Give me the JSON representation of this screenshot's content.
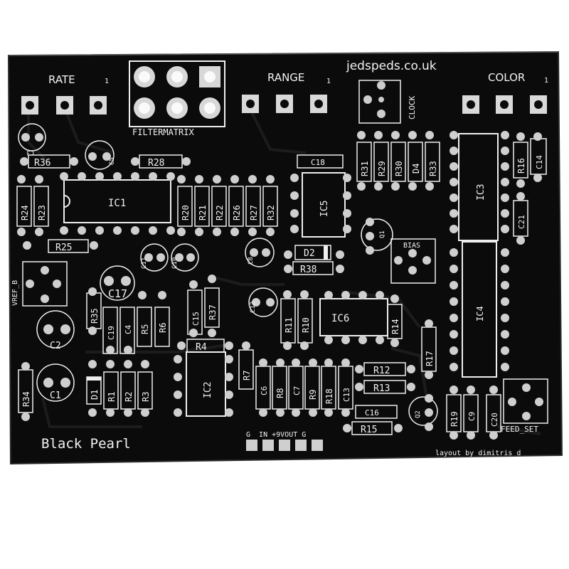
{
  "board": {
    "url": "jedspeds.co.uk",
    "name": "Black Pearl",
    "credit": "layout by dimitris_d",
    "io_label": "G  IN +9VOUT G"
  },
  "pots": {
    "rate": "RATE",
    "range": "RANGE",
    "color": "COLOR",
    "pin1": "1"
  },
  "labels": {
    "filtermatrix": "FILTERMATRIX",
    "clock": "CLOCK",
    "bias": "BIAS",
    "vref": "VREF_B",
    "feed_set": "FEED_SET"
  },
  "ics": [
    "IC1",
    "IC2",
    "IC3",
    "IC4",
    "IC5",
    "IC6"
  ],
  "resistors": [
    "R36",
    "R28",
    "R24",
    "R23",
    "R20",
    "R21",
    "R22",
    "R26",
    "R27",
    "R32",
    "R25",
    "R38",
    "R35",
    "R37",
    "R5",
    "R4",
    "R6",
    "R11",
    "R10",
    "R14",
    "R7",
    "R8",
    "R9",
    "R18",
    "R12",
    "R13",
    "R15",
    "R17",
    "R1",
    "R2",
    "R3",
    "R34",
    "R31",
    "R29",
    "R30",
    "R33",
    "R16",
    "R19"
  ],
  "capacitors": [
    "C18",
    "C14",
    "C21",
    "C5",
    "C3",
    "C11",
    "C10",
    "C8",
    "C17",
    "C19",
    "C4",
    "C15",
    "C12",
    "C2",
    "C1",
    "C6",
    "C7",
    "C13",
    "C16",
    "C9",
    "C20"
  ],
  "diodes": [
    "D1",
    "D2",
    "D4"
  ],
  "transistors": [
    "Q1",
    "Q2"
  ]
}
